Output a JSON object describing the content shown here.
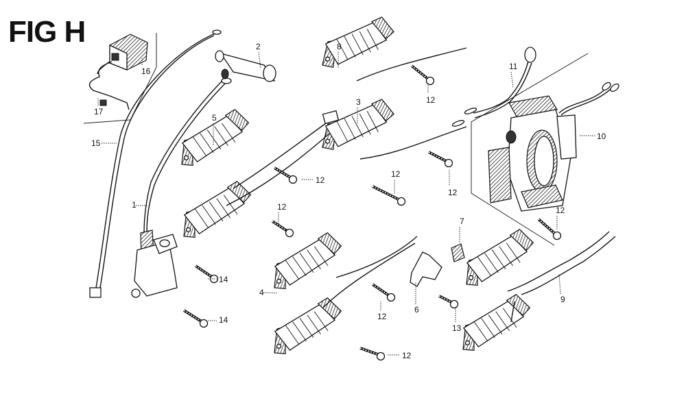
{
  "figure": {
    "title": "FIG H"
  },
  "callouts": [
    {
      "label": "1",
      "part": "ignition-coil"
    },
    {
      "label": "2",
      "part": "spark-plug-cap"
    },
    {
      "label": "3",
      "part": "charge-coil-upper"
    },
    {
      "label": "4",
      "part": "charge-coil-lower-left"
    },
    {
      "label": "5",
      "part": "charge-coil-left"
    },
    {
      "label": "6",
      "part": "bracket"
    },
    {
      "label": "7",
      "part": "grommet"
    },
    {
      "label": "8",
      "part": "charge-coil-top"
    },
    {
      "label": "9",
      "part": "charge-coil-pair-right"
    },
    {
      "label": "10",
      "part": "stator-assembly"
    },
    {
      "label": "11",
      "part": "stator-lead-wire"
    },
    {
      "label": "12",
      "part": "bolt"
    },
    {
      "label": "13",
      "part": "bolt-small"
    },
    {
      "label": "14",
      "part": "bolt-long"
    },
    {
      "label": "15",
      "part": "ground-wire"
    },
    {
      "label": "16",
      "part": "regulator-rectifier"
    },
    {
      "label": "17",
      "part": "regulator-harness"
    }
  ]
}
